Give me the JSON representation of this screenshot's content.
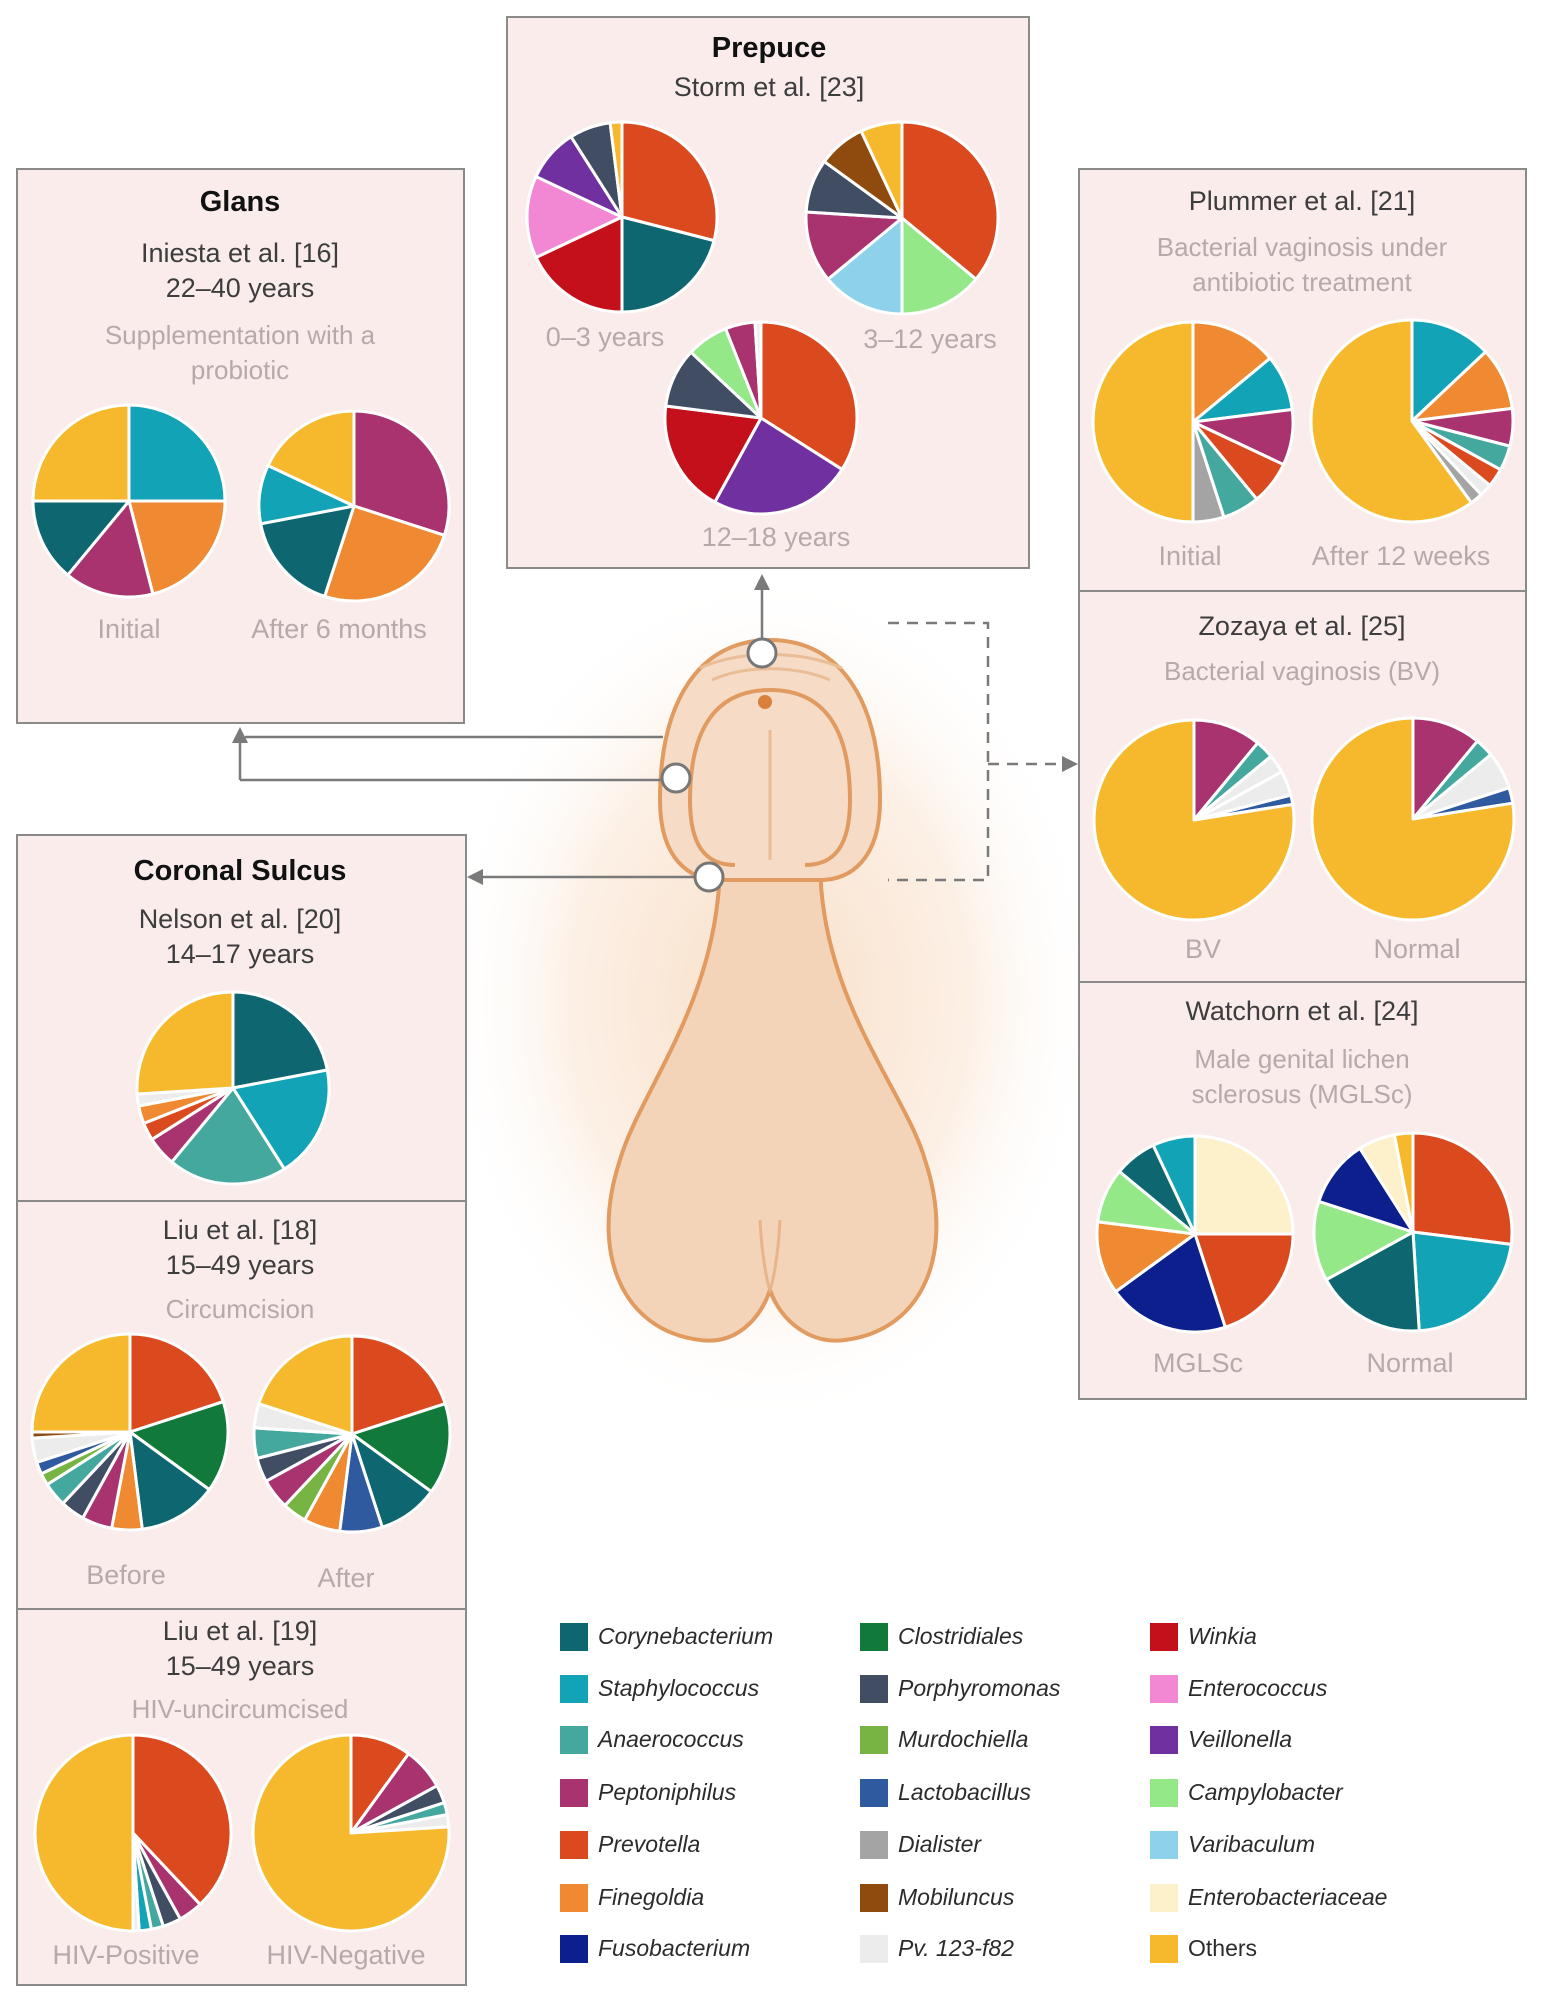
{
  "colors": {
    "Corynebacterium": "#0e6670",
    "Staphylococcus": "#13a3b6",
    "Anaerococcus": "#45a89e",
    "Peptoniphilus": "#a8336f",
    "Prevotella": "#db4a1f",
    "Finegoldia": "#ef8a32",
    "Fusobacterium": "#0d1f8c",
    "Clostridiales": "#117a3a",
    "Porphyromonas": "#404d63",
    "Murdochiella": "#78b444",
    "Lactobacillus": "#2f5aa0",
    "Dialister": "#a4a4a4",
    "Mobiluncus": "#8f4b0e",
    "Pv. 123-f82": "#ececec",
    "Winkia": "#c3101b",
    "Enterococcus": "#f288d4",
    "Veillonella": "#7030a0",
    "Campylobacter": "#95e888",
    "Varibaculum": "#8ed1ea",
    "Enterobacteriaceae": "#fdf1cc",
    "Others": "#f6b92d"
  },
  "glans": {
    "title": "Glans",
    "author": "Iniesta et al. [16]",
    "age": "22–40 years",
    "subtitle": "Supplementation with a probiotic",
    "pies": [
      {
        "label": "Initial",
        "slices": [
          [
            "Staphylococcus",
            25
          ],
          [
            "Finegoldia",
            21
          ],
          [
            "Peptoniphilus",
            15
          ],
          [
            "Corynebacterium",
            14
          ],
          [
            "Others",
            25
          ]
        ]
      },
      {
        "label": "After 6 months",
        "slices": [
          [
            "Peptoniphilus",
            30
          ],
          [
            "Finegoldia",
            25
          ],
          [
            "Corynebacterium",
            17
          ],
          [
            "Staphylococcus",
            10
          ],
          [
            "Others",
            18
          ]
        ]
      }
    ]
  },
  "prepuce": {
    "title": "Prepuce",
    "author": "Storm et al. [23]",
    "pies": [
      {
        "label": "0–3 years",
        "slices": [
          [
            "Prevotella",
            29
          ],
          [
            "Corynebacterium",
            21
          ],
          [
            "Winkia",
            18
          ],
          [
            "Enterococcus",
            14
          ],
          [
            "Veillonella",
            9
          ],
          [
            "Porphyromonas",
            7
          ],
          [
            "Others",
            2
          ]
        ]
      },
      {
        "label": "3–12 years",
        "slices": [
          [
            "Prevotella",
            36
          ],
          [
            "Campylobacter",
            14
          ],
          [
            "Varibaculum",
            14
          ],
          [
            "Peptoniphilus",
            12
          ],
          [
            "Porphyromonas",
            9
          ],
          [
            "Mobiluncus",
            8
          ],
          [
            "Others",
            7
          ]
        ]
      },
      {
        "label": "12–18 years",
        "slices": [
          [
            "Prevotella",
            34
          ],
          [
            "Veillonella",
            24
          ],
          [
            "Winkia",
            19
          ],
          [
            "Porphyromonas",
            10
          ],
          [
            "Campylobacter",
            7
          ],
          [
            "Peptoniphilus",
            5
          ],
          [
            "Pv. 123-f82",
            1
          ]
        ]
      }
    ]
  },
  "coronal_sulcus": {
    "title": "Coronal Sulcus",
    "nelson": {
      "author": "Nelson et al. [20]",
      "age": "14–17 years",
      "pie": {
        "slices": [
          [
            "Corynebacterium",
            22
          ],
          [
            "Staphylococcus",
            19
          ],
          [
            "Anaerococcus",
            20
          ],
          [
            "Peptoniphilus",
            5
          ],
          [
            "Prevotella",
            3
          ],
          [
            "Finegoldia",
            3
          ],
          [
            "Pv. 123-f82",
            2
          ],
          [
            "Others",
            26
          ]
        ]
      }
    },
    "liu18": {
      "author": "Liu et al. [18]",
      "age": "15–49 years",
      "subtitle": "Circumcision",
      "pies": [
        {
          "label": "Before",
          "slices": [
            [
              "Prevotella",
              20
            ],
            [
              "Clostridiales",
              15
            ],
            [
              "Corynebacterium",
              13
            ],
            [
              "Finegoldia",
              5
            ],
            [
              "Peptoniphilus",
              5
            ],
            [
              "Porphyromonas",
              4
            ],
            [
              "Anaerococcus",
              4
            ],
            [
              "Murdochiella",
              2
            ],
            [
              "Lactobacillus",
              2
            ],
            [
              "Pv. 123-f82",
              4
            ],
            [
              "Mobiluncus",
              1
            ],
            [
              "Others",
              25
            ]
          ]
        },
        {
          "label": "After",
          "slices": [
            [
              "Prevotella",
              20
            ],
            [
              "Clostridiales",
              15
            ],
            [
              "Corynebacterium",
              10
            ],
            [
              "Lactobacillus",
              7
            ],
            [
              "Finegoldia",
              6
            ],
            [
              "Murdochiella",
              4
            ],
            [
              "Peptoniphilus",
              5
            ],
            [
              "Porphyromonas",
              4
            ],
            [
              "Anaerococcus",
              5
            ],
            [
              "Pv. 123-f82",
              4
            ],
            [
              "Others",
              20
            ]
          ]
        }
      ]
    },
    "liu19": {
      "author": "Liu et al. [19]",
      "age": "15–49 years",
      "subtitle": "HIV-uncircumcised",
      "pies": [
        {
          "label": "HIV-Positive",
          "slices": [
            [
              "Prevotella",
              38
            ],
            [
              "Peptoniphilus",
              4
            ],
            [
              "Porphyromonas",
              3
            ],
            [
              "Anaerococcus",
              2
            ],
            [
              "Staphylococcus",
              2
            ],
            [
              "Pv. 123-f82",
              1
            ],
            [
              "Others",
              50
            ]
          ]
        },
        {
          "label": "HIV-Negative",
          "slices": [
            [
              "Prevotella",
              10
            ],
            [
              "Peptoniphilus",
              7
            ],
            [
              "Porphyromonas",
              3
            ],
            [
              "Anaerococcus",
              2
            ],
            [
              "Pv. 123-f82",
              2
            ],
            [
              "Others",
              76
            ]
          ]
        }
      ]
    }
  },
  "plummer": {
    "author": "Plummer et al. [21]",
    "subtitle": "Bacterial vaginosis under antibiotic treatment",
    "pies": [
      {
        "label": "Initial",
        "slices": [
          [
            "Finegoldia",
            14
          ],
          [
            "Staphylococcus",
            9
          ],
          [
            "Peptoniphilus",
            9
          ],
          [
            "Prevotella",
            7
          ],
          [
            "Anaerococcus",
            6
          ],
          [
            "Dialister",
            5
          ],
          [
            "Others",
            50
          ]
        ]
      },
      {
        "label": "After 12 weeks",
        "slices": [
          [
            "Staphylococcus",
            13
          ],
          [
            "Finegoldia",
            10
          ],
          [
            "Peptoniphilus",
            6
          ],
          [
            "Anaerococcus",
            4
          ],
          [
            "Prevotella",
            3
          ],
          [
            "Pv. 123-f82",
            2
          ],
          [
            "Dialister",
            2
          ],
          [
            "Others",
            60
          ]
        ]
      }
    ]
  },
  "zozaya": {
    "author": "Zozaya et al. [25]",
    "subtitle": "Bacterial vaginosis (BV)",
    "pies": [
      {
        "label": "BV",
        "slices": [
          [
            "Peptoniphilus",
            11
          ],
          [
            "Anaerococcus",
            3
          ],
          [
            "Pv. 123-f82",
            3
          ],
          [
            "Pv. 123-f82",
            4
          ],
          [
            "Lactobacillus",
            1.5
          ],
          [
            "Others",
            77.5
          ]
        ]
      },
      {
        "label": "Normal",
        "slices": [
          [
            "Peptoniphilus",
            11
          ],
          [
            "Anaerococcus",
            3
          ],
          [
            "Pv. 123-f82",
            6
          ],
          [
            "Lactobacillus",
            2.5
          ],
          [
            "Others",
            77.5
          ]
        ]
      }
    ]
  },
  "watchorn": {
    "author": "Watchorn et al. [24]",
    "subtitle": "Male genital lichen sclerosus (MGLSc)",
    "pies": [
      {
        "label": "MGLSc",
        "slices": [
          [
            "Enterobacteriaceae",
            25
          ],
          [
            "Prevotella",
            20
          ],
          [
            "Fusobacterium",
            20
          ],
          [
            "Finegoldia",
            12
          ],
          [
            "Campylobacter",
            9
          ],
          [
            "Corynebacterium",
            7
          ],
          [
            "Staphylococcus",
            7
          ]
        ]
      },
      {
        "label": "Normal",
        "slices": [
          [
            "Prevotella",
            27
          ],
          [
            "Staphylococcus",
            22
          ],
          [
            "Corynebacterium",
            18
          ],
          [
            "Campylobacter",
            13
          ],
          [
            "Fusobacterium",
            11
          ],
          [
            "Enterobacteriaceae",
            6
          ],
          [
            "Others",
            3
          ]
        ]
      }
    ]
  },
  "legend": [
    "Corynebacterium",
    "Staphylococcus",
    "Anaerococcus",
    "Peptoniphilus",
    "Prevotella",
    "Finegoldia",
    "Fusobacterium",
    "Clostridiales",
    "Porphyromonas",
    "Murdochiella",
    "Lactobacillus",
    "Dialister",
    "Mobiluncus",
    "Pv. 123-f82",
    "Winkia",
    "Enterococcus",
    "Veillonella",
    "Campylobacter",
    "Varibaculum",
    "Enterobacteriaceae",
    "Others"
  ]
}
